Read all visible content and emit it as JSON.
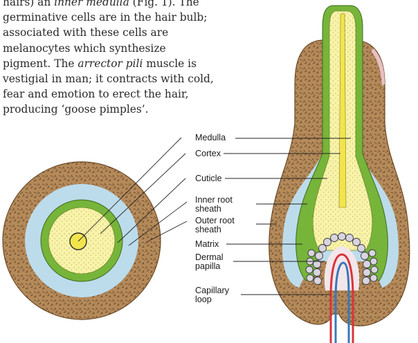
{
  "paragraph": {
    "lines": [
      [
        {
          "t": "hairs) an "
        },
        {
          "t": "inner medulla",
          "i": true
        },
        {
          "t": " (Fig. 1). The"
        }
      ],
      [
        {
          "t": "germinative cells are in the hair bulb;"
        }
      ],
      [
        {
          "t": "associated with these cells are"
        }
      ],
      [
        {
          "t": "melanocytes which synthesize"
        }
      ],
      [
        {
          "t": "pigment. The "
        },
        {
          "t": "arrector pili",
          "i": true
        },
        {
          "t": " muscle is"
        }
      ],
      [
        {
          "t": "vestigial in man; it contracts with cold,"
        }
      ],
      [
        {
          "t": "fear and emotion to erect the hair,"
        }
      ],
      [
        {
          "t": "producing ‘goose pimples’."
        }
      ]
    ]
  },
  "labels": {
    "medulla": "Medulla",
    "cortex": "Cortex",
    "cuticle": "Cuticle",
    "inner_root_sheath": "Inner root\nsheath",
    "outer_root_sheath": "Outer root\nsheath",
    "matrix": "Matrix",
    "dermal_papilla": "Dermal\npapilla",
    "capillary_loop": "Capillary\nloop"
  },
  "colors": {
    "outer_root_sheath": "#b58a5a",
    "inner_root_sheath": "#bcdcec",
    "cuticle": "#76b43a",
    "cortex": "#f8f3a8",
    "medulla": "#f1e44c",
    "artery": "#d8343c",
    "vein": "#3a78b8",
    "matrix_cell": "#d8d4e0"
  }
}
